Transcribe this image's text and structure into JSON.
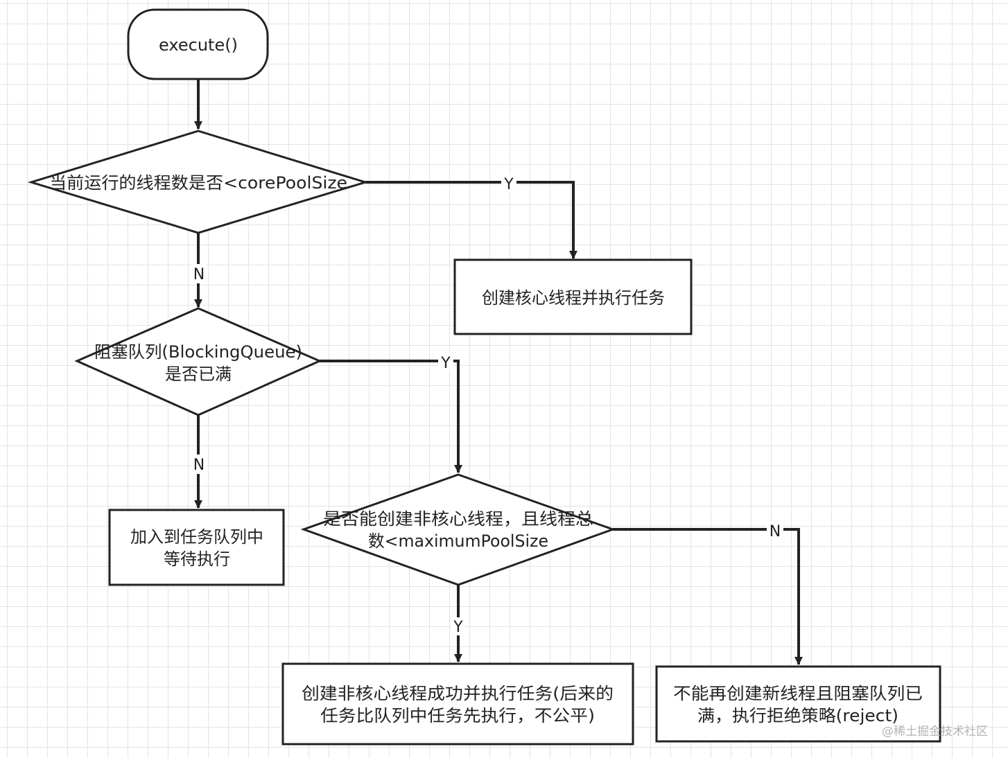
{
  "nodes": {
    "start": "execute()",
    "check_core": "当前运行的线程数是否<corePoolSize",
    "create_core": "创建核心线程并执行任务",
    "queue_full_line1": "阻塞队列(BlockingQueue)",
    "queue_full_line2": "是否已满",
    "enqueue_line1": "加入到任务队列中",
    "enqueue_line2": "等待执行",
    "check_max_line1": "是否能创建非核心线程，且线程总",
    "check_max_line2": "数<maximumPoolSize",
    "create_noncore_line1": "创建非核心线程成功并执行任务(后来的",
    "create_noncore_line2": "任务比队列中任务先执行，不公平)",
    "reject_line1": "不能再创建新线程且阻塞队列已",
    "reject_line2": "满，执行拒绝策略(reject)"
  },
  "edges": {
    "core_yes": "Y",
    "core_no": "N",
    "queue_yes": "Y",
    "queue_no": "N",
    "max_yes": "Y",
    "max_no": "N"
  },
  "watermark": "@稀土掘金技术社区",
  "colors": {
    "stroke": "#222222",
    "grid": "#e3e3e3",
    "background": "#ffffff"
  }
}
